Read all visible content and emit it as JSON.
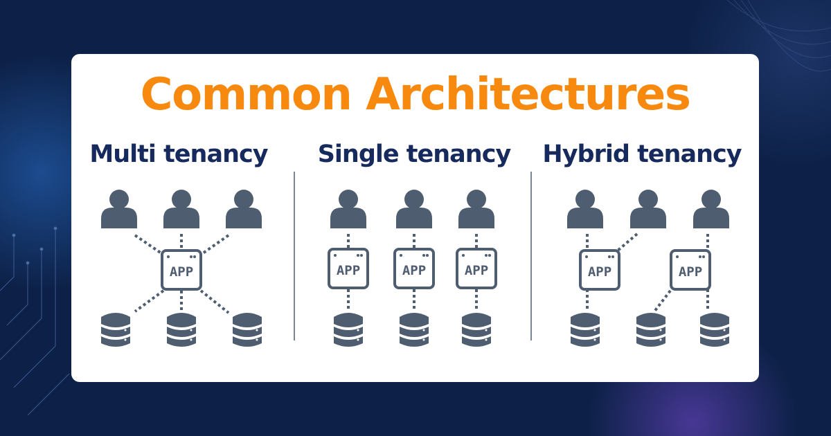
{
  "title": "Common Architectures",
  "columns": [
    {
      "heading": "Multi tenancy"
    },
    {
      "heading": "Single tenancy"
    },
    {
      "heading": "Hybrid tenancy"
    }
  ],
  "app_label": "APP",
  "colors": {
    "title": "#f7890f",
    "heading": "#172a5e",
    "icon": "#4f5d70",
    "background": "#0d2148",
    "card": "#ffffff"
  }
}
